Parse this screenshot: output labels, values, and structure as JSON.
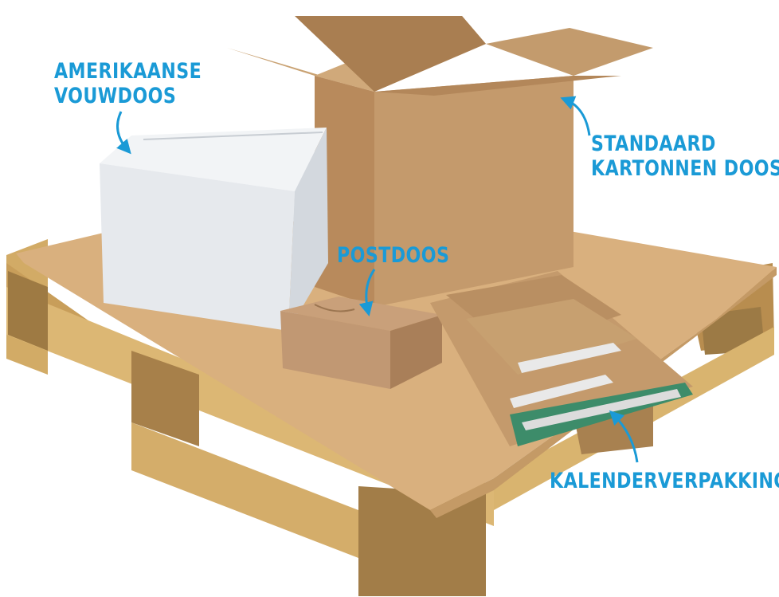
{
  "labels": {
    "amerikaanse_line1": "AMERIKAANSE",
    "amerikaanse_line2": "VOUWDOOS",
    "standaard_line1": "STANDAARD",
    "standaard_line2": "KARTONNEN DOOS",
    "postdoos": "POSTDOOS",
    "kalender": "KALENDERVERPAKKING"
  },
  "colors": {
    "label": "#1a9ad6",
    "arrow": "#1a9ad6",
    "kraft": "#c49a6c",
    "kraft_dark": "#a87b4f",
    "white_box": "#e7ebef",
    "pallet_wood": "#d8b26c",
    "sheet": "#d6ae7c"
  }
}
